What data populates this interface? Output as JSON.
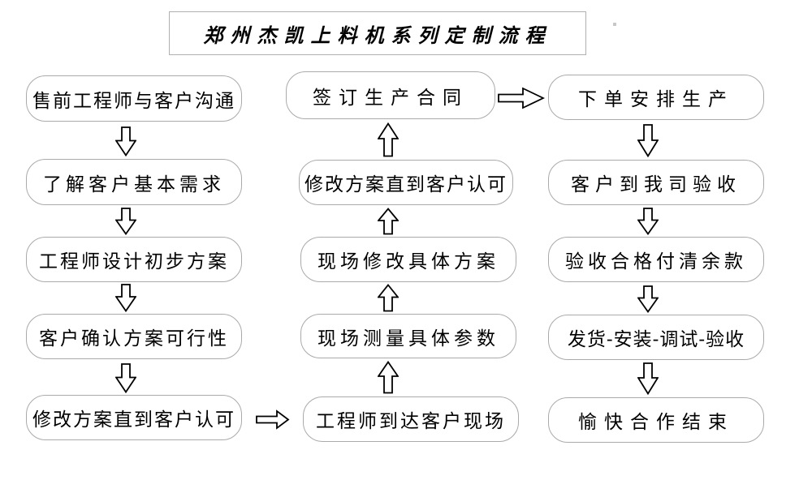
{
  "title": "郑州杰凯上料机系列定制流程",
  "steps": {
    "left": [
      "售前工程师与客户沟通",
      "了解客户基本需求",
      "工程师设计初步方案",
      "客户确认方案可行性",
      "修改方案直到客户认可"
    ],
    "middle": [
      "签订生产合同",
      "修改方案直到客户认可",
      "现场修改具体方案",
      "现场测量具体参数",
      "工程师到达客户现场"
    ],
    "right": [
      "下单安排生产",
      "客户到我司验收",
      "验收合格付清余款",
      "发货-安装-调试-验收",
      "愉快合作结束"
    ]
  },
  "flow_direction": {
    "left_column": "top-to-bottom",
    "middle_column": "bottom-to-top",
    "right_column": "top-to-bottom",
    "left_to_middle": "bottom row, arrow points right",
    "middle_to_right": "top row, arrow points right"
  },
  "colors": {
    "background": "#ffffff",
    "box_border": "#aaaaaa",
    "title_border": "#b0b0b0",
    "text": "#000000",
    "arrow_outline": "#000000",
    "arrow_fill": "#ffffff"
  }
}
